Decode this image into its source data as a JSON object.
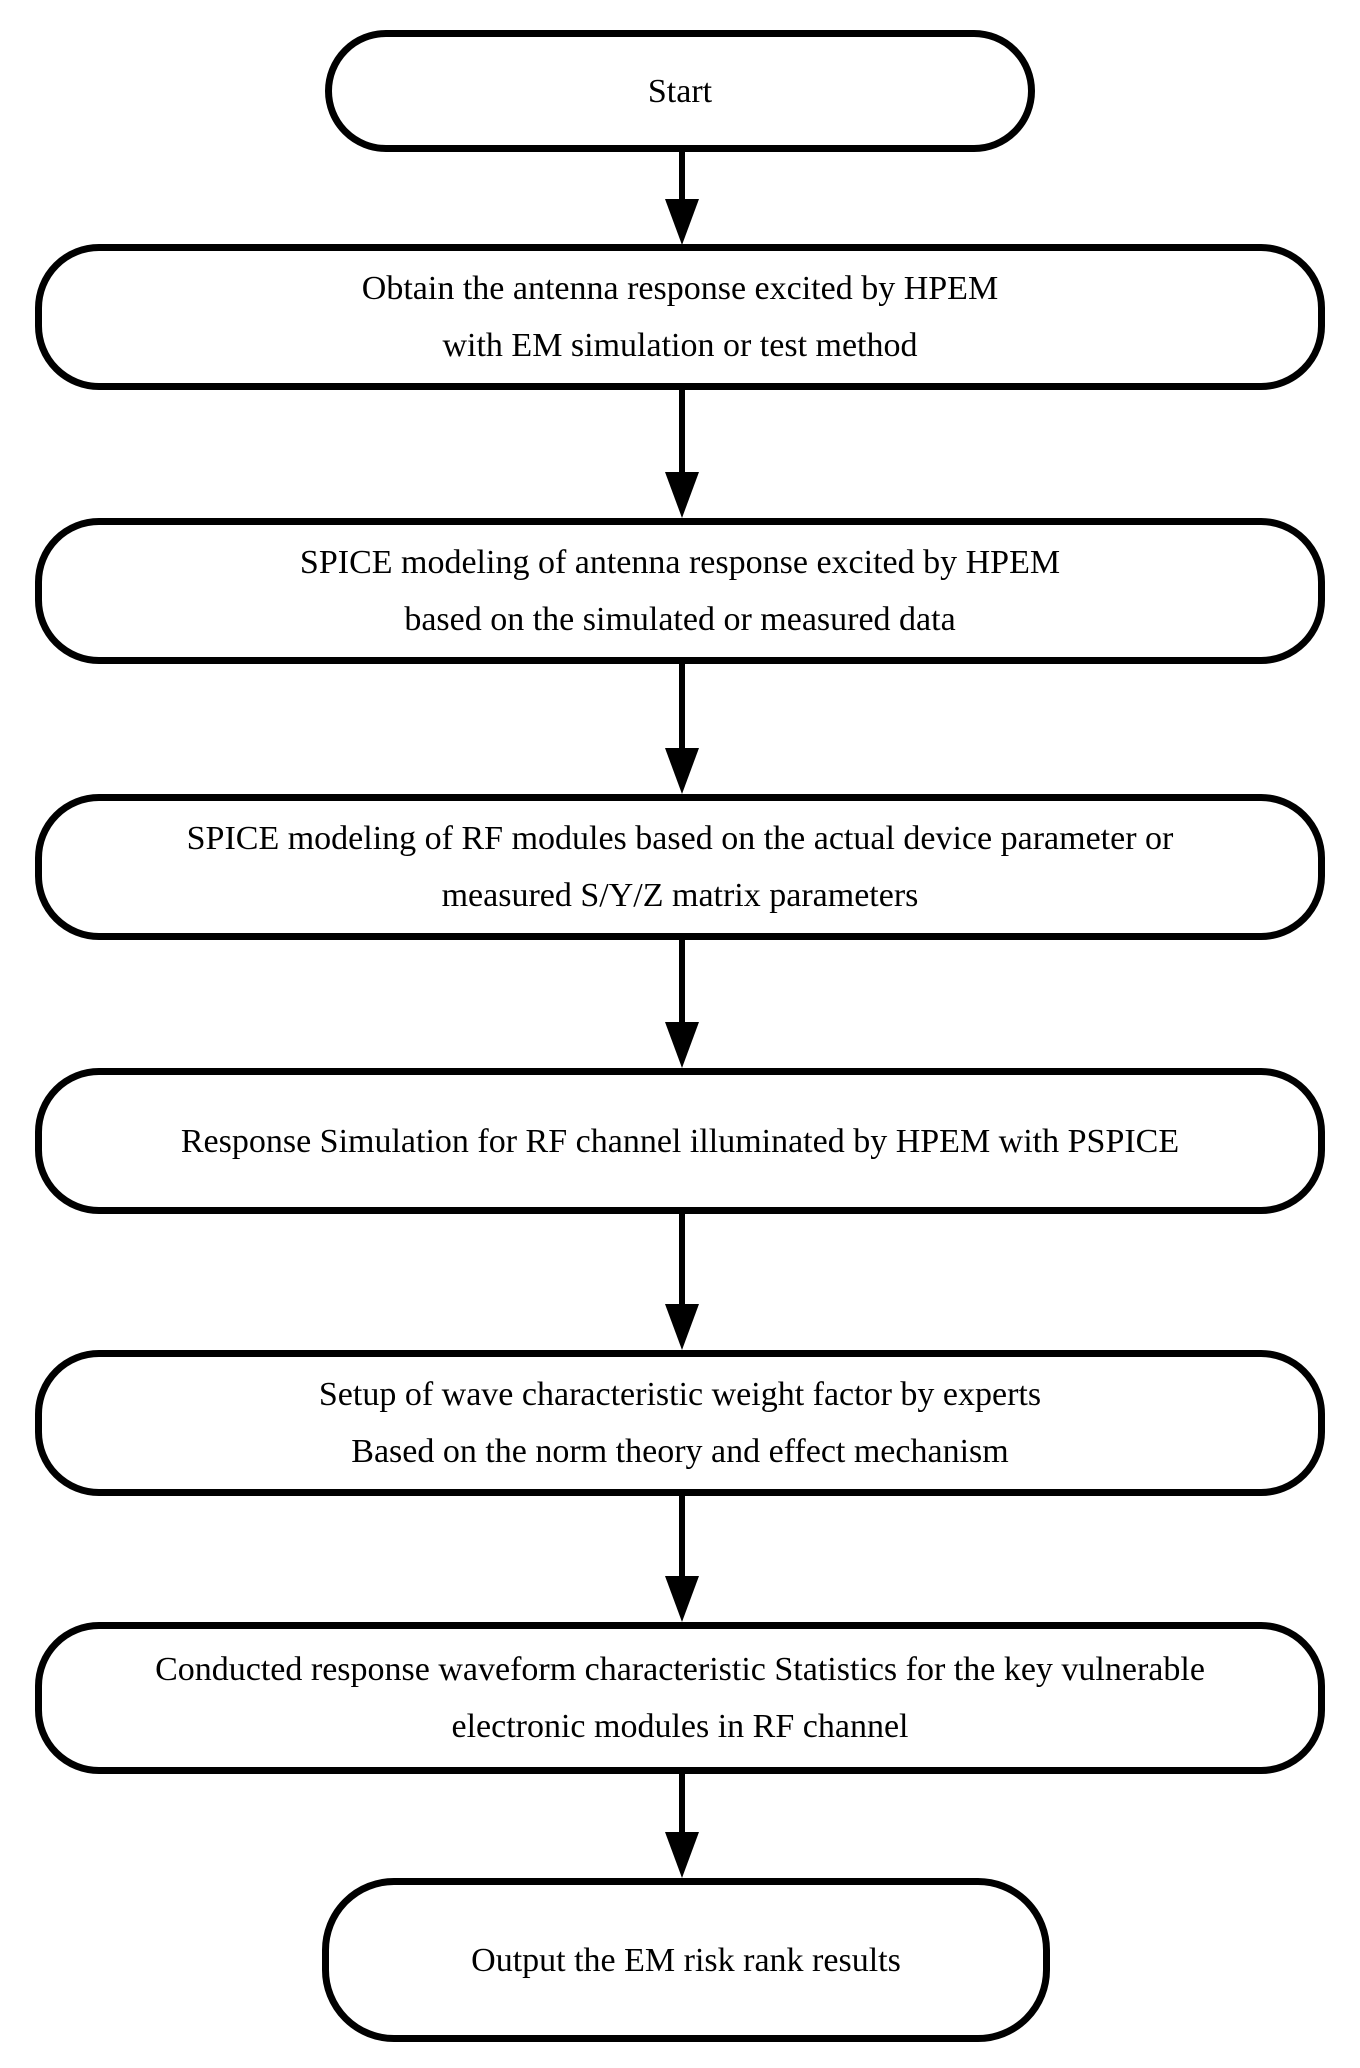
{
  "diagram": {
    "type": "flowchart",
    "direction": "top-to-bottom",
    "colors": {
      "stroke": "#000000",
      "background": "#ffffff",
      "text": "#000000"
    },
    "nodes": [
      {
        "id": "start",
        "shape": "terminator",
        "lines": [
          "Start"
        ]
      },
      {
        "id": "obtain-antenna-response",
        "shape": "terminator",
        "lines": [
          "Obtain the antenna response excited by HPEM",
          "with EM simulation or test method"
        ]
      },
      {
        "id": "spice-modeling-antenna",
        "shape": "terminator",
        "lines": [
          "SPICE modeling of antenna response excited by HPEM",
          "based on the simulated or measured data"
        ]
      },
      {
        "id": "spice-modeling-rf-modules",
        "shape": "terminator",
        "lines": [
          "SPICE modeling of RF modules based on the actual device parameter or",
          "measured S/Y/Z matrix parameters"
        ]
      },
      {
        "id": "response-simulation",
        "shape": "terminator",
        "lines": [
          "Response Simulation for RF channel illuminated by HPEM with PSPICE"
        ]
      },
      {
        "id": "setup-weight-factor",
        "shape": "terminator",
        "lines": [
          "Setup of wave characteristic weight factor by experts",
          "Based on the norm theory and effect mechanism"
        ]
      },
      {
        "id": "waveform-statistics",
        "shape": "terminator",
        "lines": [
          "Conducted response waveform characteristic Statistics for the key vulnerable",
          "electronic modules in RF channel"
        ]
      },
      {
        "id": "output-results",
        "shape": "terminator",
        "lines": [
          "Output the EM risk rank results"
        ]
      }
    ],
    "connectors": [
      {
        "from": "start",
        "to": "obtain-antenna-response"
      },
      {
        "from": "obtain-antenna-response",
        "to": "spice-modeling-antenna"
      },
      {
        "from": "spice-modeling-antenna",
        "to": "spice-modeling-rf-modules"
      },
      {
        "from": "spice-modeling-rf-modules",
        "to": "response-simulation"
      },
      {
        "from": "response-simulation",
        "to": "setup-weight-factor"
      },
      {
        "from": "setup-weight-factor",
        "to": "waveform-statistics"
      },
      {
        "from": "waveform-statistics",
        "to": "output-results"
      }
    ]
  }
}
